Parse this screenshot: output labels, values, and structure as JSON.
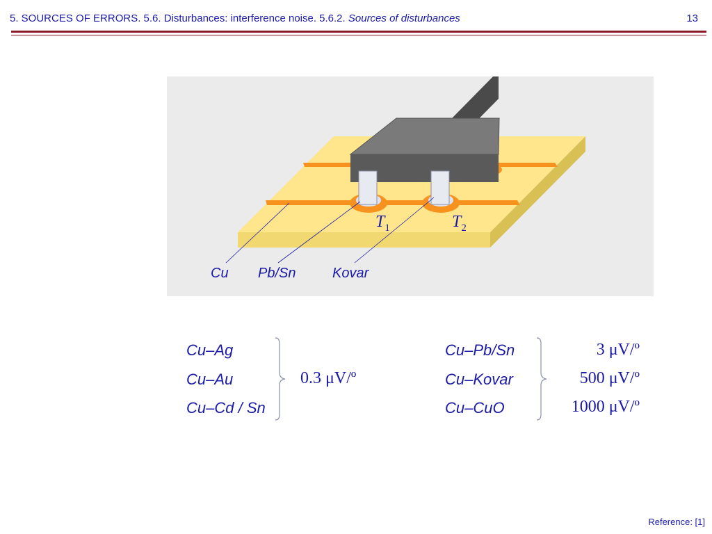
{
  "header": {
    "title_prefix": "5. SOURCES OF ERRORS. 5.6. Disturbances: interference noise. 5.6.2.",
    "title_italic": "Sources of disturbances",
    "page_number": "13"
  },
  "figure": {
    "callouts": {
      "cu": "Cu",
      "pbsn": "Pb/Sn",
      "kovar": "Kovar"
    },
    "t1": {
      "symbol": "T",
      "sub": "1"
    },
    "t2": {
      "symbol": "T",
      "sub": "2"
    },
    "colors": {
      "board": "#ffe68c",
      "trace": "#f7921e",
      "chip": "#666666",
      "panel": "#ebebeb"
    }
  },
  "left_group": {
    "pairs": [
      "Cu–Ag",
      "Cu–Au",
      "Cu–Cd / Sn"
    ],
    "value": "0.3 μV/º"
  },
  "right_group": {
    "pairs": [
      "Cu–Pb/Sn",
      "Cu–Kovar",
      "Cu–CuO"
    ],
    "values": [
      "3 μV/º",
      "500 μV/º",
      "1000 μV/º"
    ]
  },
  "footer": {
    "reference": "Reference: [1]"
  }
}
